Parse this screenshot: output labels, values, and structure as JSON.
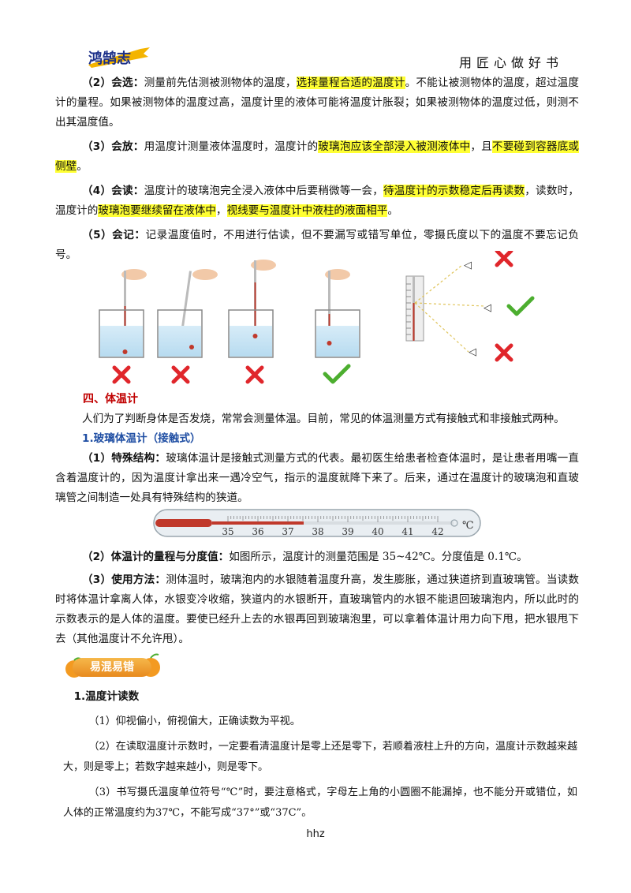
{
  "header": {
    "logo_text": "鸿鹄志",
    "slogan": "用匠心做好书"
  },
  "p2": {
    "label": "（2）会选：",
    "t1": "测量前先估测被测物体的温度，",
    "h1": "选择量程合适的温度计",
    "t2": "。不能让被测物体的温度，超过温度计的量程。如果被测物体的温度过高，温度计里的液体可能将温度计胀裂；如果被测物体的温度过低，则测不出其温度值。"
  },
  "p3": {
    "label": "（3）会放：",
    "t1": "用温度计测量液体温度时，温度计的",
    "h1": "玻璃泡应该全部浸入被测液体中",
    "t2": "，且",
    "h2": "不要碰到容器底或侧壁",
    "t3": "。"
  },
  "p4": {
    "label": "（4）会读：",
    "t1": "温度计的玻璃泡完全浸入液体中后要稍微等一会，",
    "h1": "待温度计的示数稳定后再读数",
    "t2": "，读数时，温度计的",
    "h2": "玻璃泡要继续留在液体中",
    "t3": "，",
    "h3": "视线要与温度计中液柱的液面相平",
    "t4": "。"
  },
  "p5": {
    "label": "（5）会记：",
    "t1": "记录温度值时，不用进行估读，但不要漏写或错写单位，零摄氏度以下的温度不要忘记负号。"
  },
  "section4": {
    "title": "四、体温计",
    "intro": "人们为了判断身体是否发烧，常常会测量体温。目前，常见的体温测量方式有接触式和非接触式两种。"
  },
  "sub1": {
    "title": "1.玻璃体温计（接触式）"
  },
  "s1": {
    "label": "（1）特殊结构：",
    "t1": "玻璃体温计是接触式测量方式的代表。最初医生给患者检查体温时，是让患者用嘴一直含着温度计的，因为温度计拿出来一遇冷空气，指示的温度就降下来了。后来，通过在温度计的玻璃泡和直玻璃管之间制造一处具有特殊结构的狭道。"
  },
  "thermometer": {
    "ticks": [
      "35",
      "36",
      "37",
      "38",
      "39",
      "40",
      "41",
      "42"
    ],
    "unit": "℃"
  },
  "s2": {
    "label": "（2）体温计的量程与分度值：",
    "t1": "如图所示，温度计的测量范围是 35~42℃。分度值是 0.1℃。"
  },
  "s3": {
    "label": "（3）使用方法：",
    "t1": "测体温时，玻璃泡内的水银随着温度升高，发生膨胀，通过狭道挤到直玻璃管。当读数时将体温计拿离人体，水银变冷收缩，狭道内的水银断开，直玻璃管内的水银不能退回玻璃泡内，所以此时的示数表示的是人体的温度。要使已经升上去的水银再回到玻璃泡里，可以拿着体温计用力向下甩，把水银甩下去（其他温度计不允许甩）。"
  },
  "badge": {
    "text": "易混易错"
  },
  "yh": {
    "title": "1.温度计读数",
    "l1": "（1）仰视偏小，俯视偏大，正确读数为平视。",
    "l2": "（2）在读取温度计示数时，一定要看清温度计是零上还是零下，若顺着液柱上升的方向，温度计示数越来越大，则是零上；若数字越来越小，则是零下。",
    "l3": "（3）书写摄氏温度单位符号“℃”时，要注意格式，字母左上角的小圆圈不能漏掉，也不能分开或错位，如人体的正常温度约为37℃，不能写成“37°”或“37C”。"
  },
  "footer": {
    "text": "hhz"
  },
  "colors": {
    "highlight": "#ffff33",
    "section_red": "#c00000",
    "sub_blue": "#1f4ea3",
    "cross": "#e0262b",
    "check": "#4cae2f",
    "mercury": "#c0392b"
  }
}
